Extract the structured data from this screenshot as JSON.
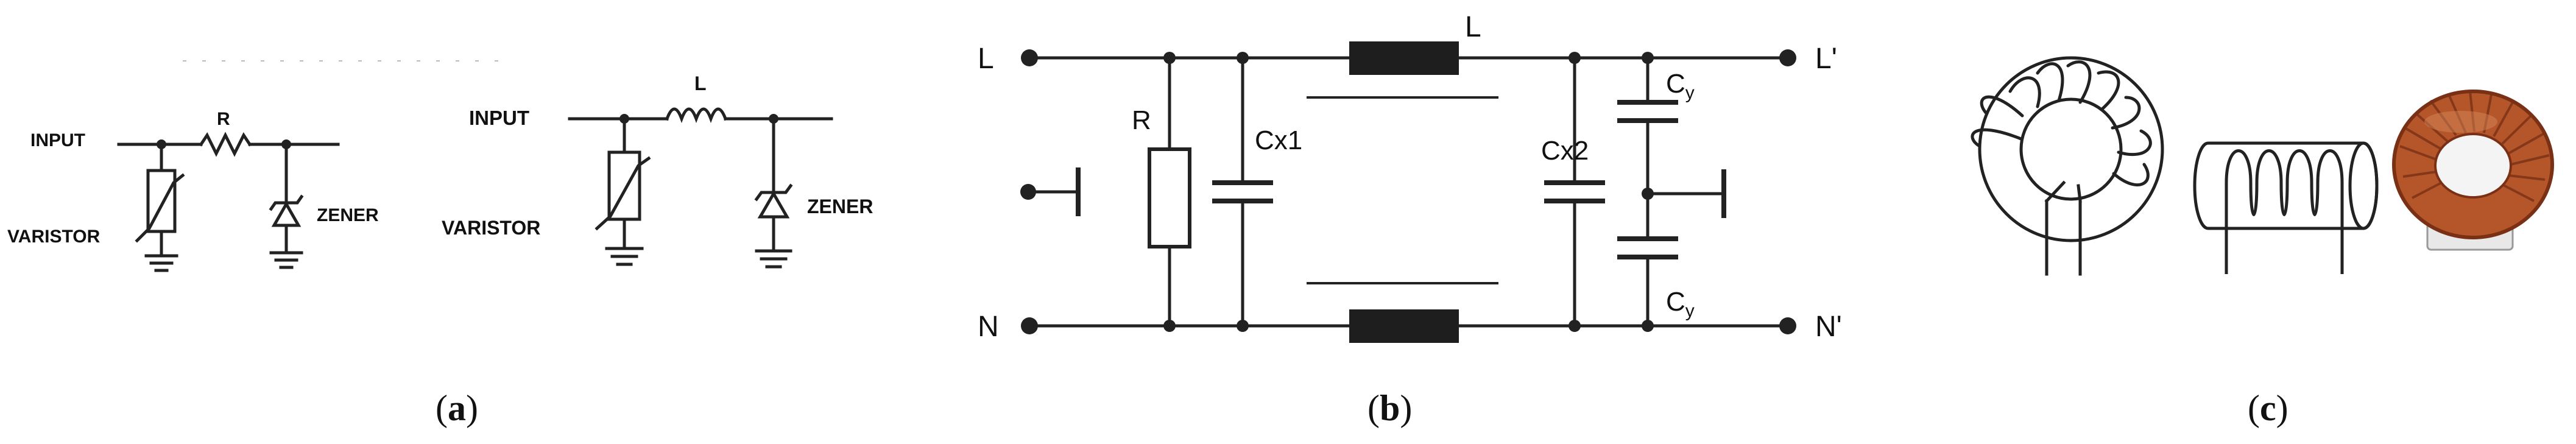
{
  "panels": {
    "a": {
      "caption_open": "(",
      "caption_letter": "a",
      "caption_close": ")",
      "left": {
        "input": "INPUT",
        "resistor": "R",
        "varistor": "VARISTOR",
        "zener": "ZENER"
      },
      "right": {
        "input": "INPUT",
        "inductor": "L",
        "varistor": "VARISTOR",
        "zener": "ZENER"
      }
    },
    "b": {
      "caption_open": "(",
      "caption_letter": "b",
      "caption_close": ")",
      "terminals": {
        "line_in": "L",
        "neutral_in": "N",
        "line_out": "L'",
        "neutral_out": "N'"
      },
      "components": {
        "inductor": "L",
        "resistor": "R",
        "cap_x1": "Cx1",
        "cap_x2": "Cx2",
        "cap_y": "C",
        "cap_y_sub": "y"
      }
    },
    "c": {
      "caption_open": "(",
      "caption_letter": "c",
      "caption_close": ")",
      "items": [
        "toroidal-choke-icon",
        "rod-core-inductor-icon",
        "copper-toroid-photo"
      ]
    }
  },
  "colors": {
    "wire": "#222222",
    "copper": "#b5562a",
    "copper_dark": "#7a3015"
  }
}
